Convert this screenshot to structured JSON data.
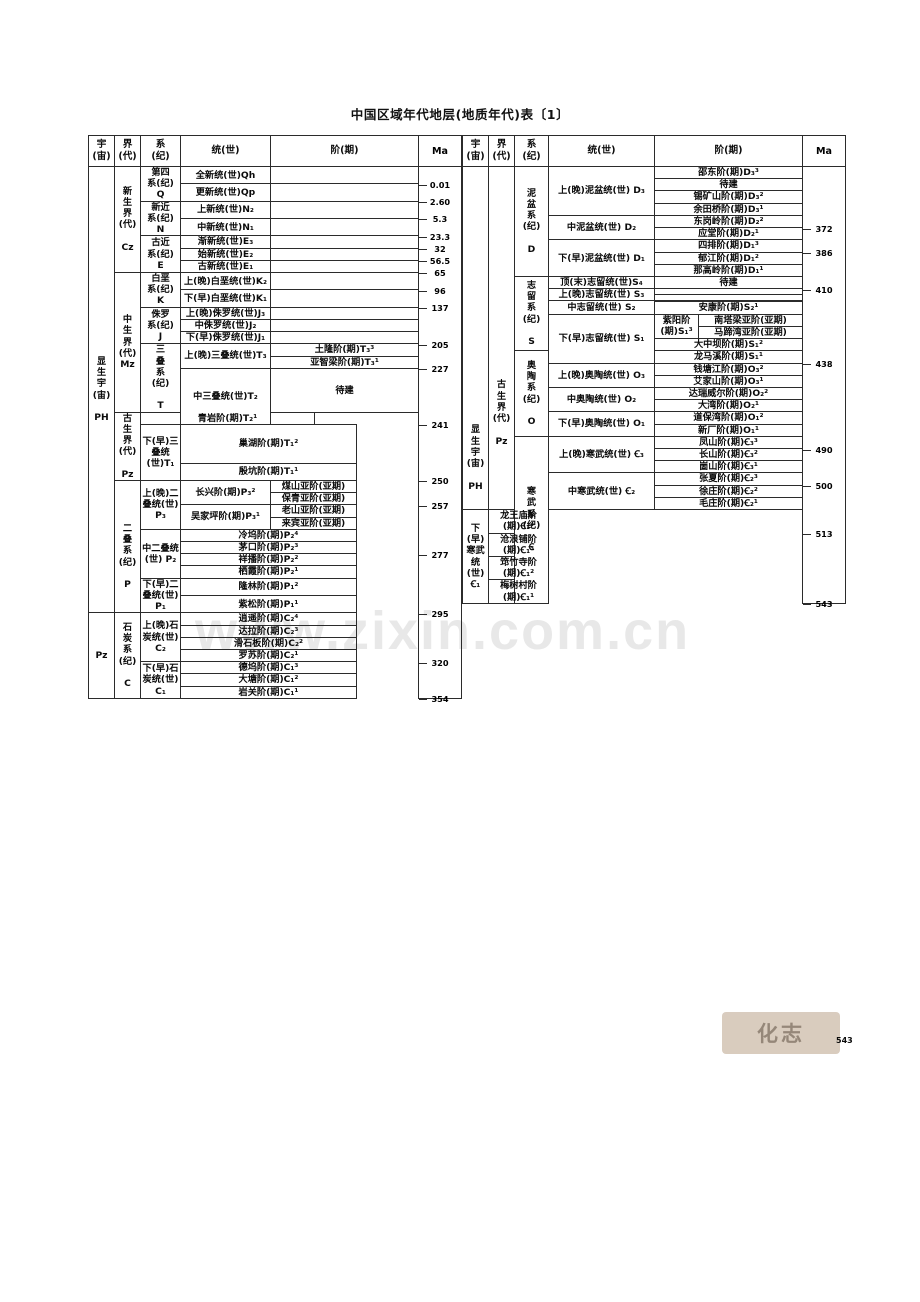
{
  "document": {
    "title": "中国区域年代地层(地质年代)表〔1〕",
    "watermark": "www.zixin.com.cn",
    "stamp": "化志",
    "page_number": "543"
  },
  "headers": {
    "eon": "宇\n(宙)",
    "era": "界\n(代)",
    "system": "系\n(纪)",
    "series": "统(世)",
    "stage": "阶(期)",
    "ma": "Ma"
  },
  "left_table": {
    "eon": "显生宇(宙) PH",
    "eras": [
      {
        "label": "新生界(代) Cz"
      },
      {
        "label": "中生界(代) Mz"
      },
      {
        "label": "古生界(代) Pz"
      }
    ],
    "systems": [
      {
        "label": "第四系(纪) Q"
      },
      {
        "label": "新近系(纪) N"
      },
      {
        "label": "古近系(纪) E"
      },
      {
        "label": "白垩系(纪) K"
      },
      {
        "label": "侏罗系(纪) J"
      },
      {
        "label": "三叠系(纪) T"
      },
      {
        "label": "二叠系(纪) P"
      },
      {
        "label": "石炭系(纪) C"
      }
    ],
    "series": [
      "全新统(世)Qh",
      "更新统(世)Qp",
      "上新统(世)N₂",
      "中新统(世)N₁",
      "渐新统(世)E₃",
      "始新统(世)E₂",
      "古新统(世)E₁",
      "上(晚)白垩统(世)K₂",
      "下(早)白垩统(世)K₁",
      "上(晚)侏罗统(世)J₃",
      "中侏罗统(世)J₂",
      "下(早)侏罗统(世)J₁",
      "上(晚)三叠统(世)T₃",
      "中三叠统(世)T₂",
      "下(早)三叠统(世)T₁",
      "上(晚)二叠统(世) P₃",
      "中二叠统(世) P₂",
      "下(早)二叠统(世) P₁",
      "上(晚)石炭统(世) C₂",
      "下(早)石炭统(世) C₁"
    ],
    "stages": [
      "土隆阶(期)T₃³",
      "亚智梁阶(期)T₃¹",
      "待建",
      "青岩阶(期)T₂¹",
      "巢湖阶(期)T₁²",
      "殷坑阶(期)T₁¹",
      "长兴阶(期)P₃²",
      "吴家坪阶(期)P₃¹",
      "冷坞阶(期)P₂⁴",
      "茅口阶(期)P₂³",
      "祥播阶(期)P₂²",
      "栖霞阶(期)P₂¹",
      "隆林阶(期)P₁²",
      "紫松阶(期)P₁¹",
      "逍遥阶(期)C₂⁴",
      "达拉阶(期)C₂³",
      "滑石板阶(期)C₂²",
      "罗苏阶(期)C₂¹",
      "德坞阶(期)C₁³",
      "大塘阶(期)C₁²",
      "岩关阶(期)C₁¹"
    ],
    "substages": [
      "煤山亚阶(亚期)",
      "保青亚阶(亚期)",
      "老山亚阶(亚期)",
      "来宾亚阶(亚期)"
    ],
    "ma": [
      "0.01",
      "2.60",
      "5.3",
      "23.3",
      "32",
      "56.5",
      "65",
      "96",
      "137",
      "205",
      "227",
      "241",
      "250",
      "257",
      "277",
      "295",
      "320",
      "354"
    ]
  },
  "right_table": {
    "eon": "显生宇(宙) PH",
    "era": "古生界(代) Pz",
    "systems": [
      {
        "label": "泥盆系(纪) D"
      },
      {
        "label": "志留系(纪) S"
      },
      {
        "label": "奥陶系(纪) O"
      },
      {
        "label": "寒武系(纪) Ꞓ"
      }
    ],
    "series": [
      "上(晚)泥盆统(世) D₃",
      "中泥盆统(世) D₂",
      "下(早)泥盆统(世) D₁",
      "顶(末)志留统(世)S₄",
      "上(晚)志留统(世) S₃",
      "中志留统(世) S₂",
      "下(早)志留统(世) S₁",
      "上(晚)奥陶统(世) O₃",
      "中奥陶统(世) O₂",
      "下(早)奥陶统(世) O₁",
      "上(晚)寒武统(世) Ꞓ₃",
      "中寒武统(世) Ꞓ₂",
      "下(早)寒武统(世) Ꞓ₁"
    ],
    "stages": [
      "邵东阶(期)D₃³",
      "待建",
      "锡矿山阶(期)D₃²",
      "余田桥阶(期)D₃¹",
      "东岗岭阶(期)D₂²",
      "应堂阶(期)D₂¹",
      "四排阶(期)D₁³",
      "郁江阶(期)D₁²",
      "那高岭阶(期)D₁¹",
      "待建",
      "安康阶(期)S₂¹",
      "紫阳阶(期)S₁³",
      "大中坝阶(期)S₁²",
      "龙马溪阶(期)S₁¹",
      "钱塘江阶(期)O₃²",
      "艾家山阶(期)O₃¹",
      "达瑞威尔阶(期)O₂²",
      "大湾阶(期)O₂¹",
      "道保湾阶(期)O₁²",
      "新厂阶(期)O₁¹",
      "凤山阶(期)Ꞓ₃³",
      "长山阶(期)Ꞓ₃²",
      "崮山阶(期)Ꞓ₃¹",
      "张夏阶(期)Ꞓ₂³",
      "徐庄阶(期)Ꞓ₂²",
      "毛庄阶(期)Ꞓ₂¹",
      "龙王庙阶(期)Ꞓ₁⁴",
      "沧浪铺阶(期)Ꞓ₁³",
      "筇竹寺阶(期)Ꞓ₁²",
      "梅树村阶(期)Ꞓ₁¹"
    ],
    "substages": [
      "南塔梁亚阶(亚期)",
      "马蹄湾亚阶(亚期)"
    ],
    "ma": [
      "372",
      "386",
      "410",
      "438",
      "490",
      "500",
      "513",
      "543"
    ]
  }
}
